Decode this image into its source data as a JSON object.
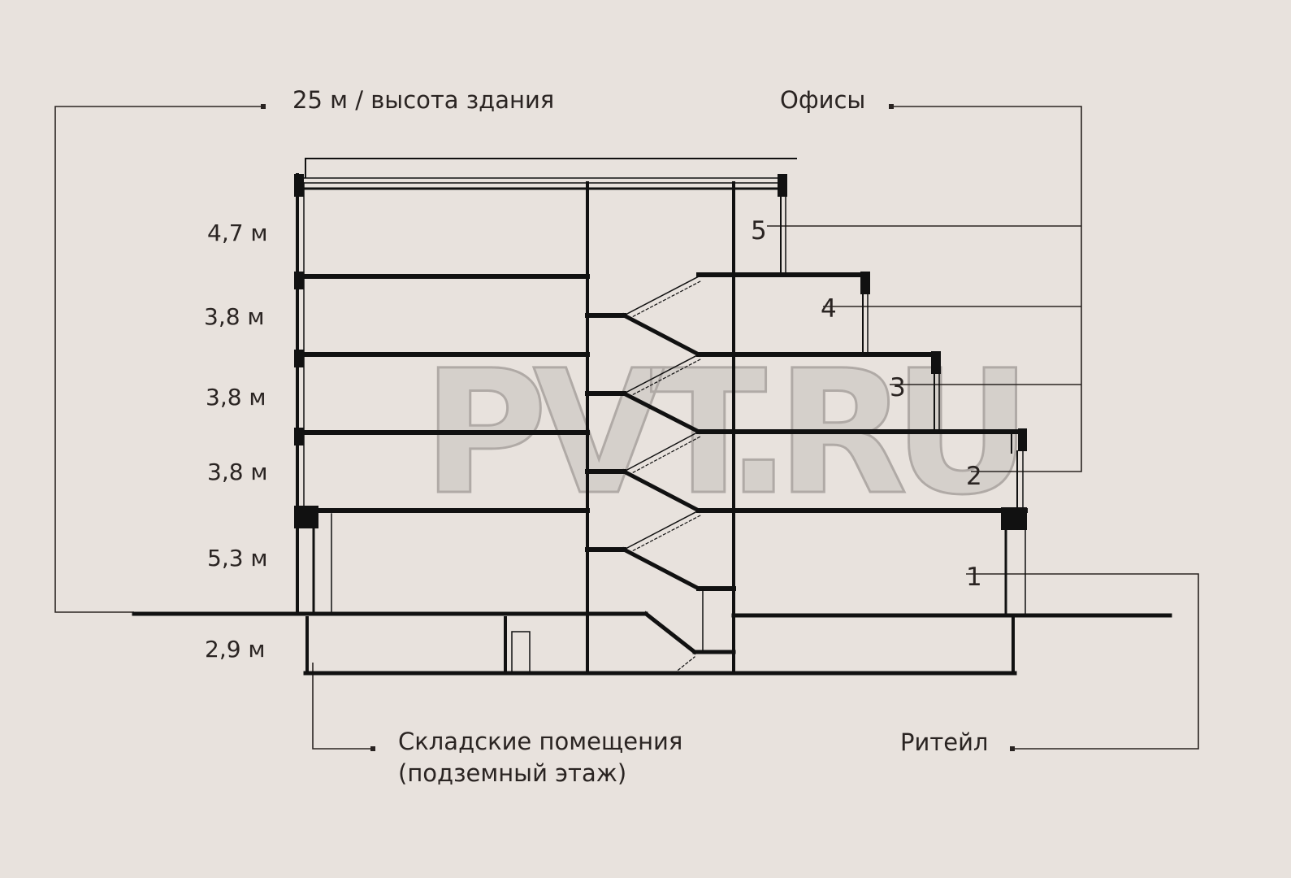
{
  "labels": {
    "building_height": "25 м / высота здания",
    "offices": "Офисы",
    "retail": "Ритейл",
    "storage_line1": "Складские помещения",
    "storage_line2": "(подземный этаж)"
  },
  "floor_heights": [
    "4,7 м",
    "3,8 м",
    "3,8 м",
    "3,8 м",
    "5,3 м",
    "2,9 м"
  ],
  "floor_numbers": [
    "5",
    "4",
    "3",
    "2",
    "1"
  ],
  "watermark": "PVT.RU",
  "colors": {
    "background": "#e8e2dd",
    "structure": "#111111",
    "leader_line": "#2a2422",
    "text": "#2a2422"
  }
}
